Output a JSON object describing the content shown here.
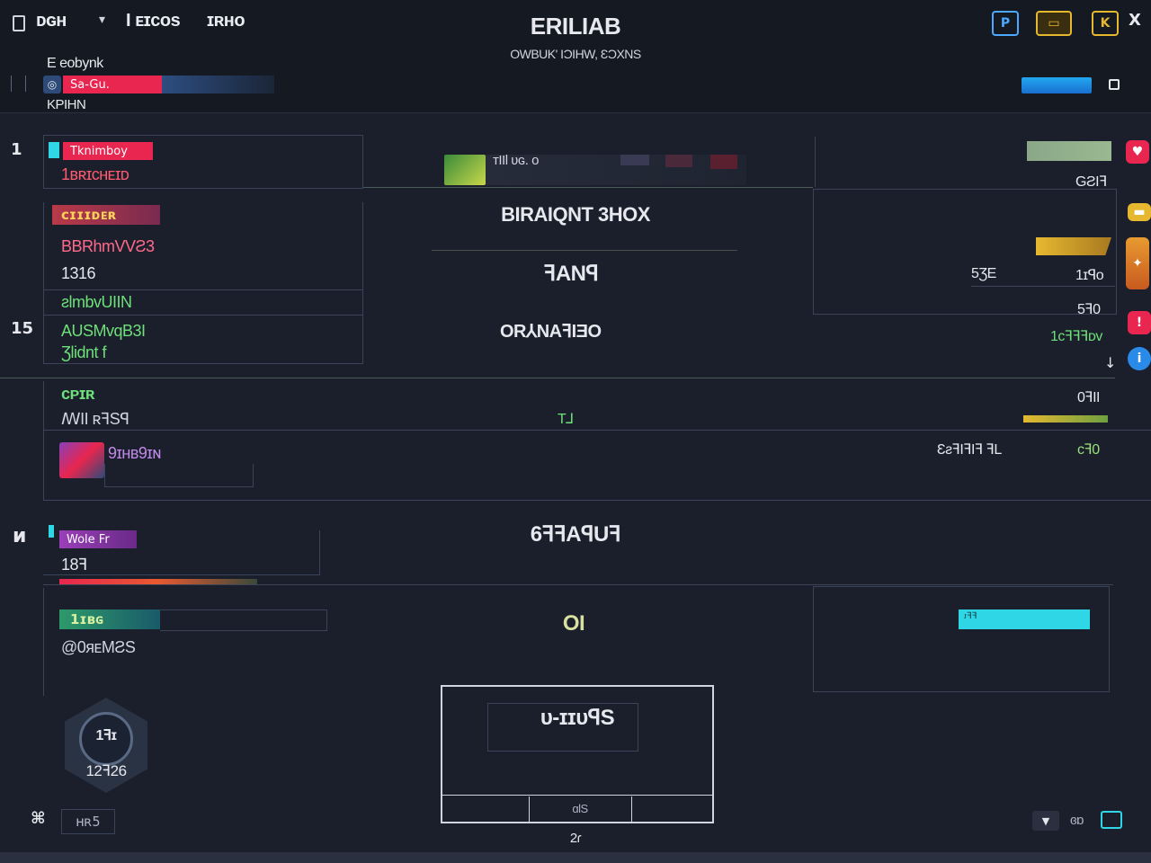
{
  "topbar": {
    "nav1": "ᴅɢʜ",
    "nav2": "I ᴇɪᴄᴏs",
    "nav3": "ɪʀʜᴏ",
    "title": "ERILIAB",
    "subtitle": "OWBUK' IƆIHW, ƐƆXNS",
    "player_name": "E eobynk",
    "tag": "Sa-Gu.",
    "rank_label": "KPIHN",
    "buttons": {
      "p": "P",
      "k": "K",
      "close": "X"
    }
  },
  "left": {
    "section1_num": "1",
    "tag1": "Tknimboy",
    "name1": "1ʙʀɪᴄʜᴇɪᴅ",
    "tag2": "ᴄɪɪɪᴅᴇʀ",
    "stat1": "BBRhmVVƧ3",
    "stat2": "1316",
    "stat3": "ƨlmbvUIIN",
    "section2_num": "15",
    "stat4": "AUSMvqB3I",
    "stat5": "Ʒlidnt f",
    "green_label": "ᴄᴘɪʀ",
    "stat6": "ꟿII ʀꟻSꟼ",
    "avatar_text": "9ɪʜʙ9ɪɴ",
    "section3_num": "ᴎ",
    "tag3": "Wole Fr",
    "stat7": "18ꟻ",
    "tag4": "1ɪʙɢ",
    "stat8": "@0ᴙᴇMƧS",
    "emblem_label": "1ꟻɪ",
    "emblem_value": "12ꟻ26",
    "bottom_label": "ʜʀ5"
  },
  "center": {
    "toolbar_text": "ᴛIIl ʋɢ. ᴏ",
    "heading": "BIRAIQNT 3HOX",
    "value1": "ꟻANꟼ",
    "value2": "OR⅄NAꟻIƎO",
    "small": "T⅃",
    "big_label": "6ꟻꟻAꟼUꟻ",
    "mid_label": "OI",
    "box_title": "ᴜ-ɪɪᴜꟼS",
    "box_footer": "ɑlS",
    "footer_num": "2ɾ"
  },
  "right": {
    "val1": "GƧIꟻ",
    "val2": "5ƷE",
    "val3": "1ɪꟼᴏ",
    "val4": "5ꟻ0",
    "val5": "1ᴄꟻꟻꟻᴅᴠ",
    "val6": "0ꟻII",
    "val7": "ƐƨꟻIꟻIꟻ ꟻL",
    "val8": "ᴄꟻ0",
    "cyan_label": "ᴊꟻꟻ",
    "bottom_text": "ɞɒ"
  },
  "colors": {
    "accent_red": "#e8264f",
    "accent_green": "#6ee07a",
    "accent_cyan": "#2fd6e6",
    "accent_yellow": "#e6b830",
    "accent_purple": "#9a3fb8"
  }
}
